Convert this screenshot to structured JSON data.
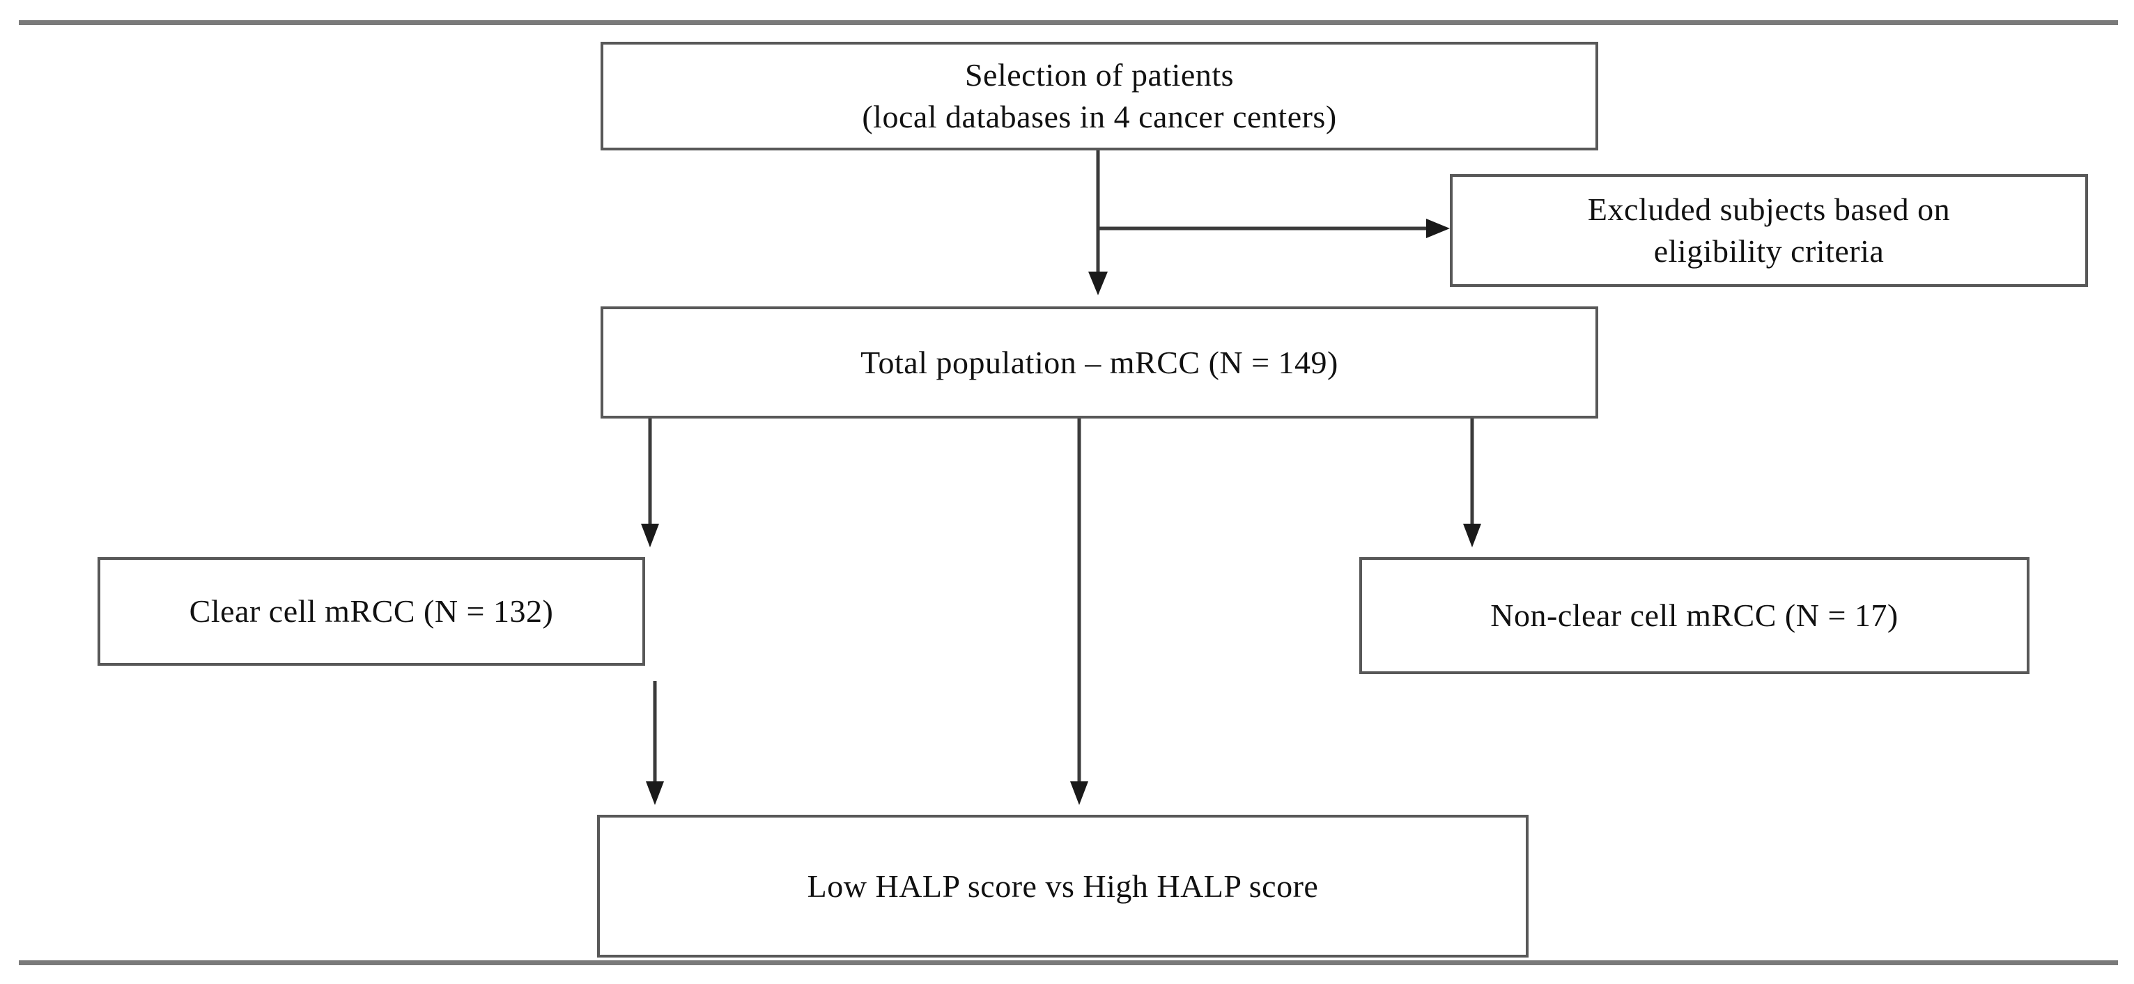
{
  "figure": {
    "type": "flowchart",
    "orientation": "top-down",
    "background": "#ffffff",
    "box_border_color": "#585858",
    "connector_color": "#3a3a3a",
    "rule_color": "#7a7a7a",
    "text_color": "#111111"
  },
  "rules": {
    "top_label": "top-horizontal-rule",
    "bottom_label": "bottom-horizontal-rule"
  },
  "nodes": {
    "selection": {
      "id": "selection-of-patients",
      "line1": "Selection of patients",
      "line2": "(local databases in 4 cancer centers)"
    },
    "excluded": {
      "id": "excluded-subjects",
      "line1": "Excluded subjects based on",
      "line2": "eligibility criteria"
    },
    "total": {
      "id": "total-population",
      "line1": "Total population – mRCC (N = 149)",
      "count": 149,
      "count_label": "N = 149"
    },
    "clear_cell": {
      "id": "clear-cell-mrcc",
      "line1": "Clear cell mRCC (N = 132)",
      "count": 132,
      "count_label": "N = 132"
    },
    "non_clear_cell": {
      "id": "non-clear-cell-mrcc",
      "line1": "Non-clear cell mRCC (N = 17)",
      "count": 17,
      "count_label": "N = 17"
    },
    "halp": {
      "id": "halp-score-comparison",
      "line1": "Low HALP score vs High HALP score"
    }
  },
  "edges": [
    {
      "id": "selection-to-total",
      "from": "selection",
      "to": "total",
      "arrow": true
    },
    {
      "id": "selection-to-excluded",
      "from": "selection",
      "to": "excluded",
      "arrow": true
    },
    {
      "id": "total-to-clear-cell",
      "from": "total",
      "to": "clear_cell",
      "arrow": true
    },
    {
      "id": "total-to-non-clear-cell",
      "from": "total",
      "to": "non_clear_cell",
      "arrow": true
    },
    {
      "id": "total-to-halp",
      "from": "total",
      "to": "halp",
      "arrow": true
    },
    {
      "id": "clear-cell-to-halp",
      "from": "clear_cell",
      "to": "halp",
      "arrow": true
    }
  ]
}
